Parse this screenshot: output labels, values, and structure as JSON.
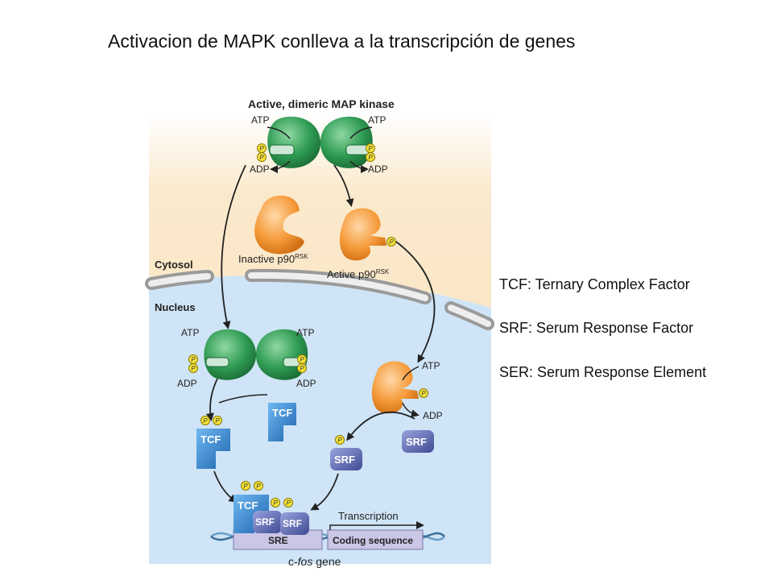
{
  "title": "Activacion de MAPK conlleva a la transcripción de genes",
  "diagram": {
    "top_label": "Active, dimeric MAP kinase",
    "atp": "ATP",
    "adp": "ADP",
    "phospho": "P",
    "inactive_p90": "Inactive p90",
    "active_p90": "Active p90",
    "rsk": "RSK",
    "cytosol": "Cytosol",
    "nucleus": "Nucleus",
    "tcf": "TCF",
    "srf": "SRF",
    "sre": "SRE",
    "transcription": "Transcription",
    "coding_sequence": "Coding sequence",
    "gene_prefix": "c-",
    "gene_italic": "fos",
    "gene_suffix": " gene"
  },
  "legend": {
    "tcf": "TCF: Ternary Complex Factor",
    "srf": "SRF: Serum Response Factor",
    "ser": "SER: Serum Response Element"
  },
  "colors": {
    "cytosol_bg": "#fbe7c6",
    "nucleus_bg": "#cfe4f6",
    "kinase": "#2e9a52",
    "p90": "#f59a3a",
    "tcf": "#2f86d4",
    "srf": "#5e6bb8",
    "phosphate": "#f5e23a",
    "membrane": "#b8b8b8"
  }
}
